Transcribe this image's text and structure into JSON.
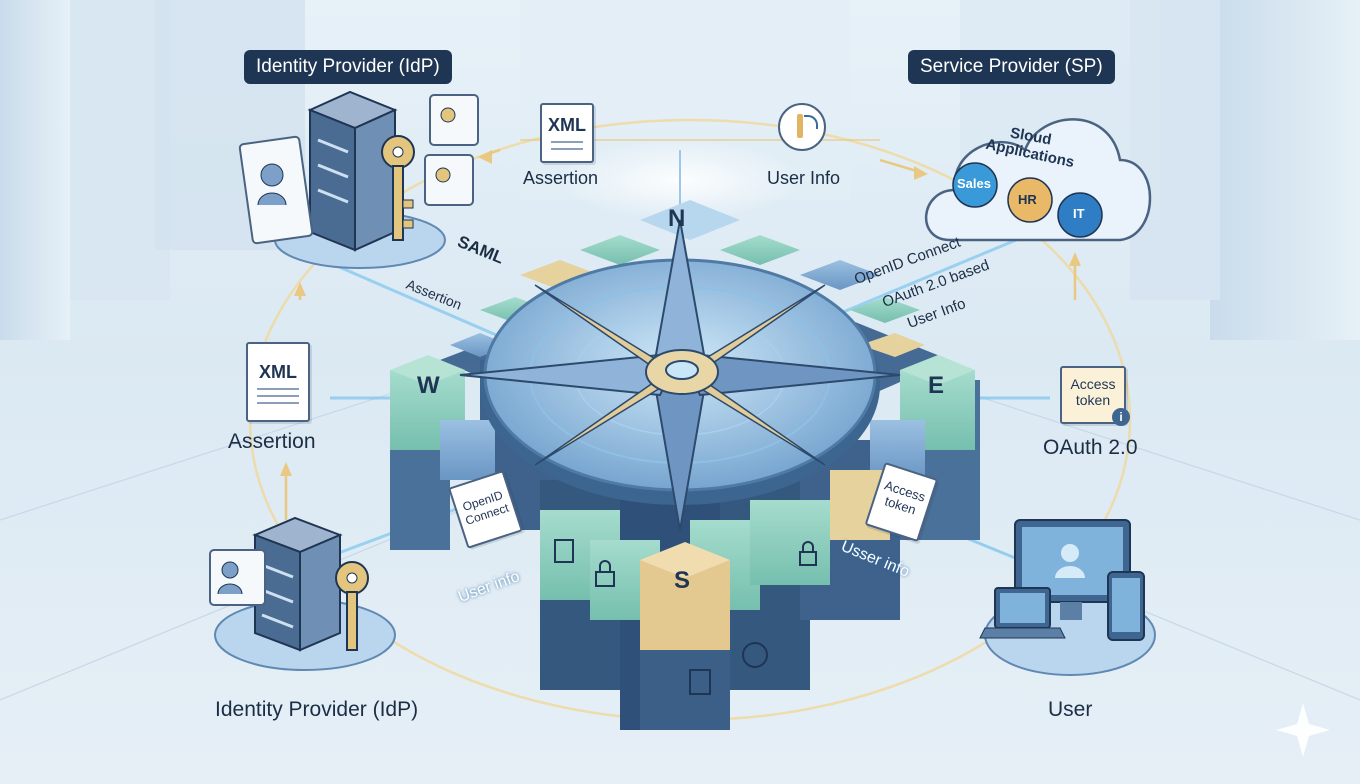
{
  "diagram": {
    "labels": {
      "idp_top": "Identity Provider (IdP)",
      "sp": "Service Provider (SP)",
      "idp_bottom": "Identity Provider (IdP)",
      "user": "User",
      "assertion_top": "Assertion",
      "assertion_left": "Assertion",
      "user_info_top": "User Info",
      "oauth": "OAuth 2.0",
      "saml": "SAML",
      "saml_assertion": "Assertion",
      "oidc_line1": "OpenID Connect",
      "oidc_line2": "OAuth 2.0 based",
      "oidc_line3": "User Info",
      "user_info_left": "User info",
      "user_info_right": "Usser info"
    },
    "docs": {
      "xml_top": "XML",
      "xml_left": "XML",
      "access_token_right_1": "Access",
      "access_token_right_2": "token",
      "access_token_card_1": "Access",
      "access_token_card_2": "token",
      "openid_card_1": "OpenID",
      "openid_card_2": "Connect"
    },
    "cloud": {
      "title_1": "Sloud",
      "title_2": "Applications",
      "apps": [
        "Sales",
        "HR",
        "IT"
      ]
    },
    "compass": {
      "n": "N",
      "e": "E",
      "w": "W",
      "s": "S"
    },
    "icons": [
      "server-icon",
      "key-icon",
      "id-card-icon",
      "cloud-icon",
      "document-icon",
      "openid-icon",
      "compass-icon",
      "monitor-icon",
      "laptop-icon",
      "phone-icon",
      "lock-icon",
      "sparkle-icon"
    ]
  }
}
